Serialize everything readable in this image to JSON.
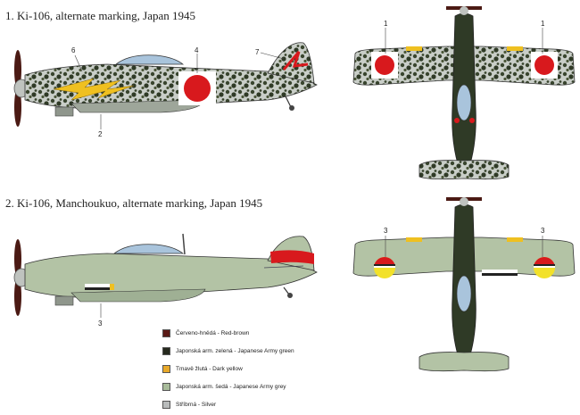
{
  "profiles": [
    {
      "caption": "1. Ki-106, alternate marking, Japan 1945",
      "side_callouts": [
        "6",
        "4",
        "7",
        "2"
      ],
      "plan_callouts": [
        "1",
        "1"
      ]
    },
    {
      "caption": "2. Ki-106, Manchoukuo, alternate marking, Japan 1945",
      "side_callouts": [
        "3"
      ],
      "plan_callouts": [
        "3",
        "3"
      ]
    }
  ],
  "legend": [
    {
      "label": "Červeno-hnědá - Red-brown",
      "color": "#5a1a16"
    },
    {
      "label": "Japonská arm. zelená - Japanese Army green",
      "color": "#262a1e"
    },
    {
      "label": "Tmavě žlutá - Dark yellow",
      "color": "#e8a92a"
    },
    {
      "label": "Japonská arm. šedá - Japanese Army grey",
      "color": "#a8bb9a"
    },
    {
      "label": "Stříbrná - Silver",
      "color": "#b9bcbc"
    }
  ],
  "colors": {
    "hinomaru": "#d8191d",
    "camo_green": "#2f3a26",
    "silver": "#cfd3d0",
    "grey_green": "#b3c3a5",
    "yellow": "#efc020",
    "red_brown": "#5a1a16",
    "canopy": "#a9c4dc"
  }
}
